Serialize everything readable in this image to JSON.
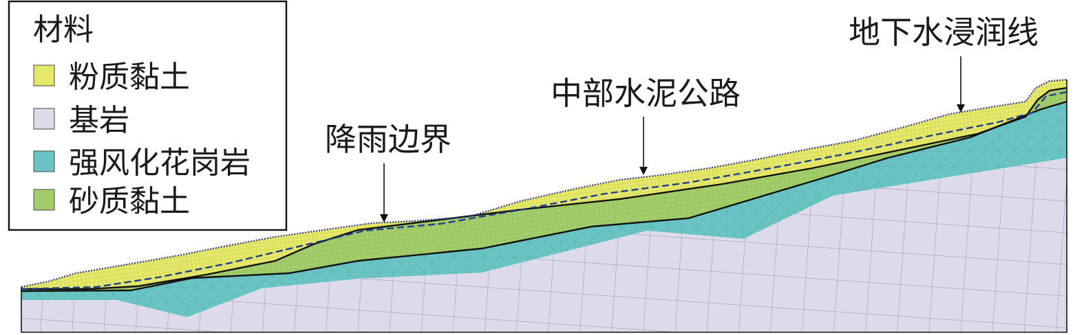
{
  "legend": {
    "title": "材料",
    "items": [
      {
        "label": "粉质黏土",
        "color": "#e6e86a"
      },
      {
        "label": "基岩",
        "color": "#dcdaeb"
      },
      {
        "label": "强风化花岗岩",
        "color": "#69c4c3"
      },
      {
        "label": "砂质黏土",
        "color": "#a3cd6b"
      }
    ]
  },
  "annotations": {
    "rain_boundary": "降雨边界",
    "road": "中部水泥公路",
    "groundwater": "地下水浸润线"
  },
  "colors": {
    "silty_clay": "#e6e86a",
    "bedrock": "#dcdaeb",
    "weathered_granite": "#69c4c3",
    "sandy_clay": "#a3cd6b",
    "boundary_line": "#111111",
    "water_line": "#1d3f8c",
    "mesh": "#8c8aa0"
  }
}
